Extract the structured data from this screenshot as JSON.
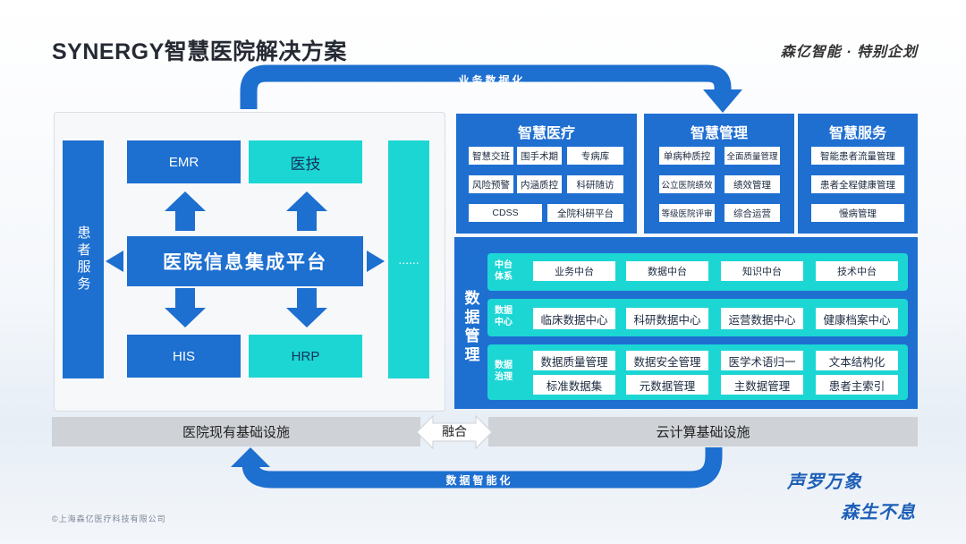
{
  "header": {
    "title": "SYNERGY智慧医院解决方案",
    "brand": "森亿智能 · 特别企划"
  },
  "flows": {
    "top": "业务数据化",
    "bottom": "数据智能化"
  },
  "left": {
    "patient_service": "患者服务",
    "emr": "EMR",
    "yiji": "医技",
    "platform": "医院信息集成平台",
    "his": "HIS",
    "hrp": "HRP",
    "ellipsis": "......"
  },
  "smart_medical": {
    "title": "智慧医疗",
    "items": [
      "智慧交班",
      "围手术期",
      "专病库",
      "风险预警",
      "内涵质控",
      "科研随访",
      "CDSS",
      "全院科研平台"
    ]
  },
  "smart_management": {
    "title": "智慧管理",
    "items": [
      "单病种质控",
      "全面质量管理",
      "公立医院绩效",
      "绩效管理",
      "等级医院评审",
      "综合运营"
    ]
  },
  "smart_service": {
    "title": "智慧服务",
    "items": [
      "智能患者流量管理",
      "患者全程健康管理",
      "慢病管理"
    ]
  },
  "data_management": {
    "title": "数据管理",
    "rows": [
      {
        "label": "中台体系",
        "items": [
          "业务中台",
          "数据中台",
          "知识中台",
          "技术中台"
        ]
      },
      {
        "label": "数据中心",
        "items": [
          "临床数据中心",
          "科研数据中心",
          "运营数据中心",
          "健康档案中心"
        ]
      },
      {
        "label": "数据治理",
        "items": [
          "数据质量管理",
          "数据安全管理",
          "医学术语归一",
          "文本结构化",
          "标准数据集",
          "元数据管理",
          "主数据管理",
          "患者主索引"
        ]
      }
    ]
  },
  "infra": {
    "left": "医院现有基础设施",
    "merge": "融合",
    "right": "云计算基础设施"
  },
  "footer": {
    "copyright": "©上海森亿医疗科技有限公司",
    "slogan_1": "声罗万象",
    "slogan_2": "森生不息"
  },
  "colors": {
    "primary_blue": "#1d6fd0",
    "teal": "#1cd6d4",
    "infra_gray": "#cfd2d7"
  }
}
